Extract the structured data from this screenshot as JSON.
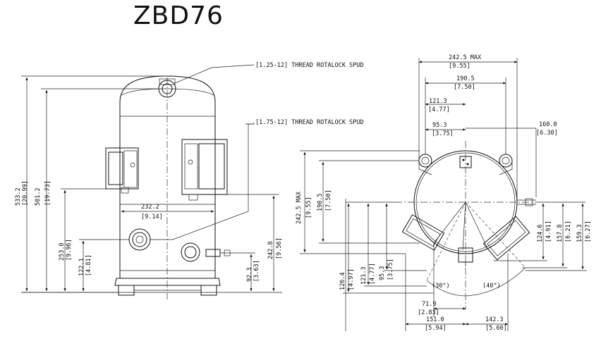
{
  "title": "ZBD76",
  "callouts": {
    "top_spud": "[1.25-12] THREAD ROTALOCK SPUD",
    "side_spud": "[1.75-12] THREAD ROTALOCK SPUD"
  },
  "side_view": {
    "overall_height_mm": "533.2",
    "overall_height_in": "[20.99]",
    "shell_height_mm": "501.2",
    "shell_height_in": "[19.73]",
    "shell_dia_mm": "232.2",
    "shell_dia_in": "[9.14]",
    "suction_height_mm": "253.0",
    "suction_height_in": "[9.96]",
    "lower_height_mm": "122.1",
    "lower_height_in": "[4.81]",
    "right_height_mm": "242.8",
    "right_height_in": "[9.56]",
    "discharge_height_mm": "92.3",
    "discharge_height_in": "[3.63]"
  },
  "top_view": {
    "max_width_mm": "242.5 MAX",
    "max_width_in": "[9.55]",
    "w190_mm": "190.5",
    "w190_in": "[7.50]",
    "w121_mm": "121.3",
    "w121_in": "[4.77]",
    "w95_mm": "95.3",
    "w95_in": "[3.75]",
    "w160_mm": "160.0",
    "w160_in": "[6.30]",
    "vmax_mm": "242.5 MAX",
    "vmax_in": "[9.55]",
    "v190_mm": "190.5",
    "v190_in": "[7.50]",
    "v126_mm": "126.4",
    "v126_in": "[4.97]",
    "v121_mm": "121.3",
    "v121_in": "[4.77]",
    "v95_mm": "95.3",
    "v95_in": "[3.75]",
    "r124_mm": "124.6",
    "r124_in": "[4.91]",
    "r157_mm": "157.8",
    "r157_in": "[6.21]",
    "r159_mm": "159.3",
    "r159_in": "[6.27]",
    "angle_left": "(30°)",
    "angle_right": "(40°)",
    "b71_mm": "71.9",
    "b71_in": "[2.83]",
    "b151_mm": "151.0",
    "b151_in": "[5.94]",
    "b142_mm": "142.3",
    "b142_in": "[5.60]"
  }
}
